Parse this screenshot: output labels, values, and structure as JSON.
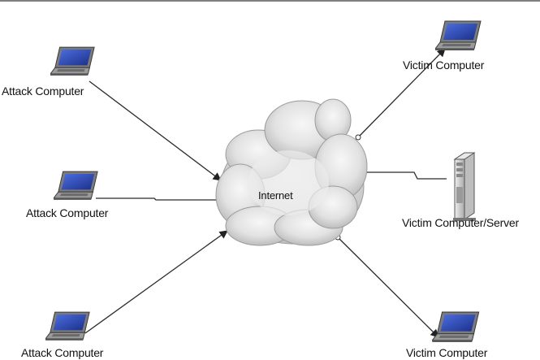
{
  "cloud_label": "Internet",
  "attackers": [
    {
      "label": "Attack Computer",
      "icon": "laptop-icon"
    },
    {
      "label": "Attack Computer",
      "icon": "laptop-icon"
    },
    {
      "label": "Attack Computer",
      "icon": "laptop-icon"
    }
  ],
  "victims": [
    {
      "label": "Victim Computer",
      "icon": "laptop-icon"
    },
    {
      "label": "Victim Computer/Server",
      "icon": "server-tower-icon"
    },
    {
      "label": "Victim Computer",
      "icon": "laptop-icon"
    }
  ],
  "colors": {
    "line": "#2a2a2a",
    "cloud_light": "#f4f4f4",
    "cloud_dark": "#b9b9b9",
    "screen": "#2c49b8",
    "laptop_body": "#8a8a8a",
    "server": "#d6d6d6"
  }
}
